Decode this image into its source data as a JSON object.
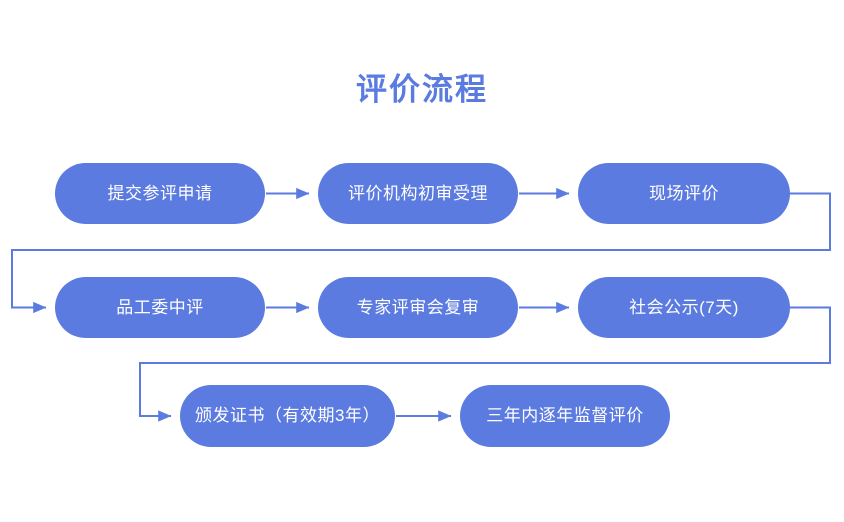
{
  "title": "评价流程",
  "theme": {
    "background": "#ffffff",
    "node_fill": "#5b7be0",
    "node_text": "#ffffff",
    "connector_stroke": "#5b7be0",
    "title_color": "#5b7be0"
  },
  "nodes": [
    {
      "id": "node-1",
      "label": "提交参评申请",
      "row": 1,
      "order": 1
    },
    {
      "id": "node-2",
      "label": "评价机构初审受理",
      "row": 1,
      "order": 2
    },
    {
      "id": "node-3",
      "label": "现场评价",
      "row": 1,
      "order": 3
    },
    {
      "id": "node-4",
      "label": "品工委中评",
      "row": 2,
      "order": 4
    },
    {
      "id": "node-5",
      "label": "专家评审会复审",
      "row": 2,
      "order": 5
    },
    {
      "id": "node-6",
      "label": "社会公示(7天)",
      "row": 2,
      "order": 6
    },
    {
      "id": "node-7",
      "label": "颁发证书（有效期3年）",
      "row": 3,
      "order": 7
    },
    {
      "id": "node-8",
      "label": "三年内逐年监督评价",
      "row": 3,
      "order": 8
    }
  ],
  "connectors": [
    {
      "from": "node-1",
      "to": "node-2",
      "kind": "straight-arrow"
    },
    {
      "from": "node-2",
      "to": "node-3",
      "kind": "straight-arrow"
    },
    {
      "from": "node-3",
      "to": "node-4",
      "kind": "wrap-arrow"
    },
    {
      "from": "node-4",
      "to": "node-5",
      "kind": "straight-arrow"
    },
    {
      "from": "node-5",
      "to": "node-6",
      "kind": "straight-arrow"
    },
    {
      "from": "node-6",
      "to": "node-7",
      "kind": "wrap-arrow"
    },
    {
      "from": "node-7",
      "to": "node-8",
      "kind": "straight-arrow"
    }
  ]
}
